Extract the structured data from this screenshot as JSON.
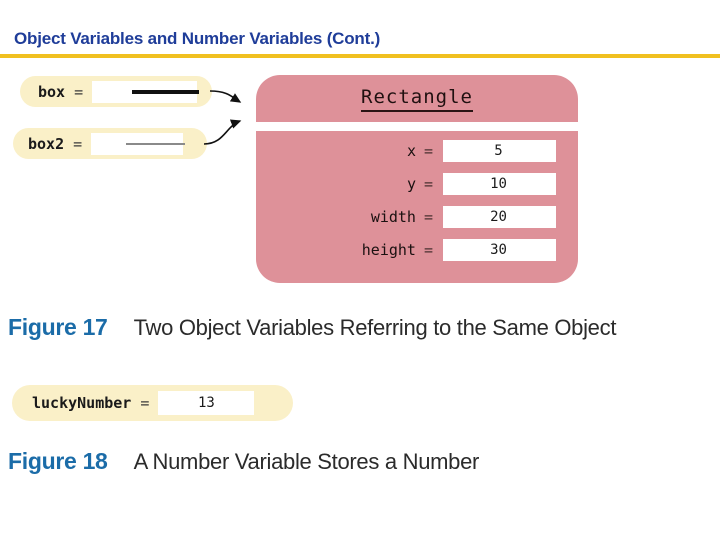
{
  "slide": {
    "title": "Object Variables and Number Variables (Cont.)",
    "title_color": "#1F3D99",
    "rule_color": "#F0C020",
    "background": "#ffffff"
  },
  "figure17": {
    "variables": [
      {
        "name": "box",
        "eq": "=",
        "value": "",
        "reference_line": "thick-black"
      },
      {
        "name": "box2",
        "eq": "=",
        "value": "",
        "reference_line": "thin-gray"
      }
    ],
    "object": {
      "class_name": "Rectangle",
      "fill_color": "#DE9199",
      "fields": [
        {
          "label": "x",
          "eq": "=",
          "value": "5"
        },
        {
          "label": "y",
          "eq": "=",
          "value": "10"
        },
        {
          "label": "width",
          "eq": "=",
          "value": "20"
        },
        {
          "label": "height",
          "eq": "=",
          "value": "30"
        }
      ]
    },
    "caption": {
      "label": "Figure 17",
      "text": "Two Object Variables Referring to the Same Object"
    }
  },
  "figure18": {
    "variable": {
      "name": "luckyNumber",
      "eq": "=",
      "value": "13"
    },
    "caption": {
      "label": "Figure 18",
      "text": "A Number Variable Stores a Number"
    }
  },
  "palette": {
    "pill_yellow": "#FAF0C8",
    "object_salmon": "#DE9199",
    "figure_blue": "#1B6CA8",
    "title_blue": "#1F3D99",
    "rule_gold": "#F0C020"
  }
}
